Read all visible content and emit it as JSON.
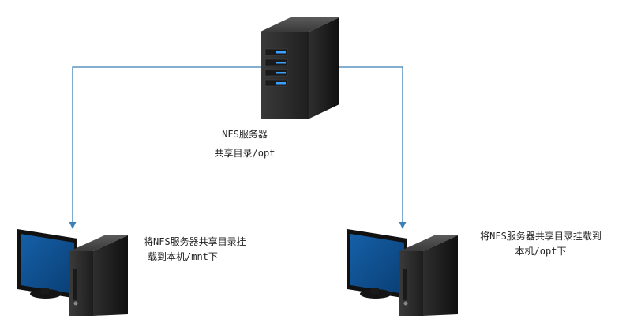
{
  "server": {
    "icon": "server-tower-icon",
    "line1": "NFS服务器",
    "line2": "共享目录/opt"
  },
  "client_left": {
    "icon": "desktop-computer-icon",
    "line1": "将NFS服务器共享目录挂",
    "line2": "载到本机/mnt下"
  },
  "client_right": {
    "icon": "desktop-computer-icon",
    "line1": "将NFS服务器共享目录挂载到",
    "line2": "本机/opt下"
  },
  "colors": {
    "connector": "#3a7fb5",
    "screen": "#0e4c8c",
    "case_dark": "#262626",
    "case_light": "#4a4a4a",
    "led": "#3ba0ff"
  }
}
